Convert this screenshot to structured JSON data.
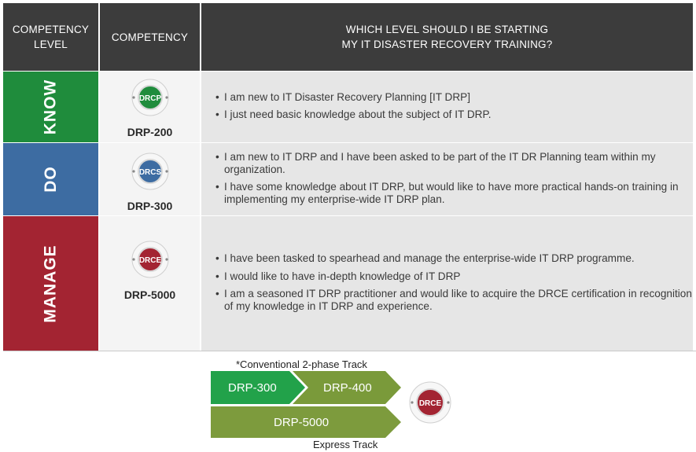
{
  "header": {
    "col1": "COMPETENCY LEVEL",
    "col2": "COMPETENCY",
    "col3_line1": "WHICH LEVEL SHOULD I BE STARTING",
    "col3_line2": "MY IT DISASTER RECOVERY TRAINING?"
  },
  "rows": [
    {
      "level": "KNOW",
      "badge": "DRCP",
      "code": "DRP-200",
      "color": "#1f8c3c",
      "bullets": [
        "I am new to IT Disaster Recovery Planning [IT DRP]",
        "I just need basic knowledge about the subject of IT DRP."
      ]
    },
    {
      "level": "DO",
      "badge": "DRCS",
      "code": "DRP-300",
      "color": "#3d6ca2",
      "bullets": [
        "I am new to IT DRP and I have been asked to be part of the IT DR Planning team within my organization.",
        "I have some knowledge about IT DRP, but would like to have more practical hands-on training in implementing my enterprise-wide IT DRP plan."
      ]
    },
    {
      "level": "MANAGE",
      "badge": "DRCE",
      "code": "DRP-5000",
      "color": "#a32432",
      "bullets": [
        "I have been tasked to spearhead and manage the enterprise-wide IT DRP programme.",
        "I would like to have in-depth knowledge of IT DRP",
        "I am a seasoned IT DRP practitioner and would like to acquire the DRCE certification in recognition of my knowledge in IT DRP and experience."
      ]
    }
  ],
  "tracks": {
    "conventional_label": "*Conventional 2-phase Track",
    "step1": "DRP-300",
    "step2": "DRP-400",
    "express_step": "DRP-5000",
    "express_label": "Express Track",
    "result_badge": "DRCE",
    "arrow_colors": [
      "#22a24a",
      "#7a9a3a",
      "#7d9b3d"
    ]
  }
}
